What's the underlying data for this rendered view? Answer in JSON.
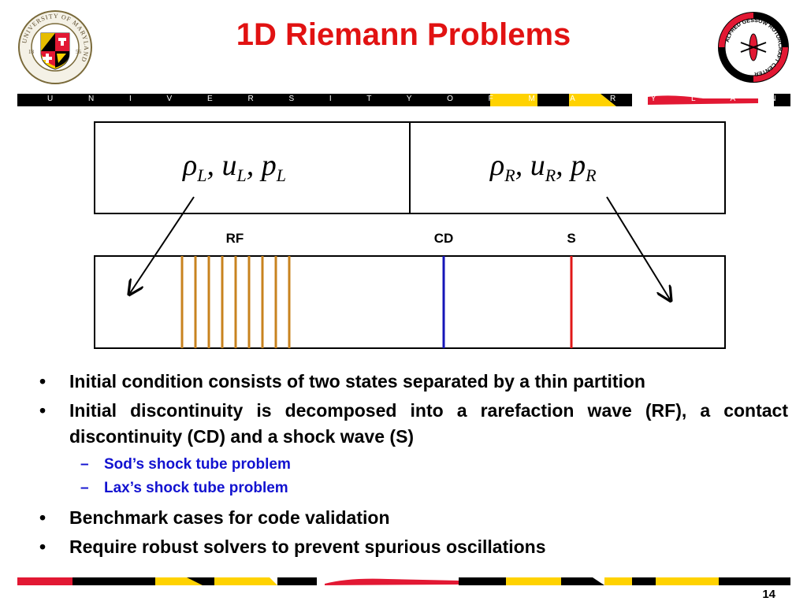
{
  "slide": {
    "title": "1D Riemann Problems",
    "banner_text": "U N I V E R S I T Y   O F   M A R Y L A N D",
    "page_number": "14"
  },
  "logos": {
    "left": {
      "ring_text": "UNIVERSITY OF MARYLAND",
      "year_left": "18",
      "year_right": "56"
    },
    "right": {
      "ring_text": "ALFRED GESSOW ROTORCRAFT CENTER"
    }
  },
  "diagram": {
    "left_state": {
      "var1": "ρ",
      "sub1": "L",
      "var2": "u",
      "sub2": "L",
      "var3": "p",
      "sub3": "L"
    },
    "right_state": {
      "var1": "ρ",
      "sub1": "R",
      "var2": "u",
      "sub2": "R",
      "var3": "p",
      "sub3": "R"
    },
    "labels": {
      "rf": "RF",
      "cd": "CD",
      "s": "S"
    },
    "colors": {
      "rf": "#c8831f",
      "cd": "#1616b8",
      "s": "#e01818"
    }
  },
  "bullets": [
    {
      "text": "Initial condition consists of two states separated by a thin partition"
    },
    {
      "text": "Initial discontinuity is decomposed into a rarefaction wave (RF), a contact discontinuity (CD) and a shock wave (S)"
    }
  ],
  "sub_bullets": [
    {
      "text": "Sod’s shock tube problem"
    },
    {
      "text": "Lax’s shock tube problem"
    }
  ],
  "bullets_after": [
    {
      "text": "Benchmark cases for code validation"
    },
    {
      "text": "Require robust solvers to prevent spurious oscillations"
    }
  ],
  "bullet_symbol": "•",
  "dash_symbol": "–",
  "colors": {
    "title": "#e11212",
    "sub_bullet": "#1212d0",
    "maryland_red": "#e21833",
    "maryland_gold": "#ffd200",
    "black": "#000000"
  }
}
